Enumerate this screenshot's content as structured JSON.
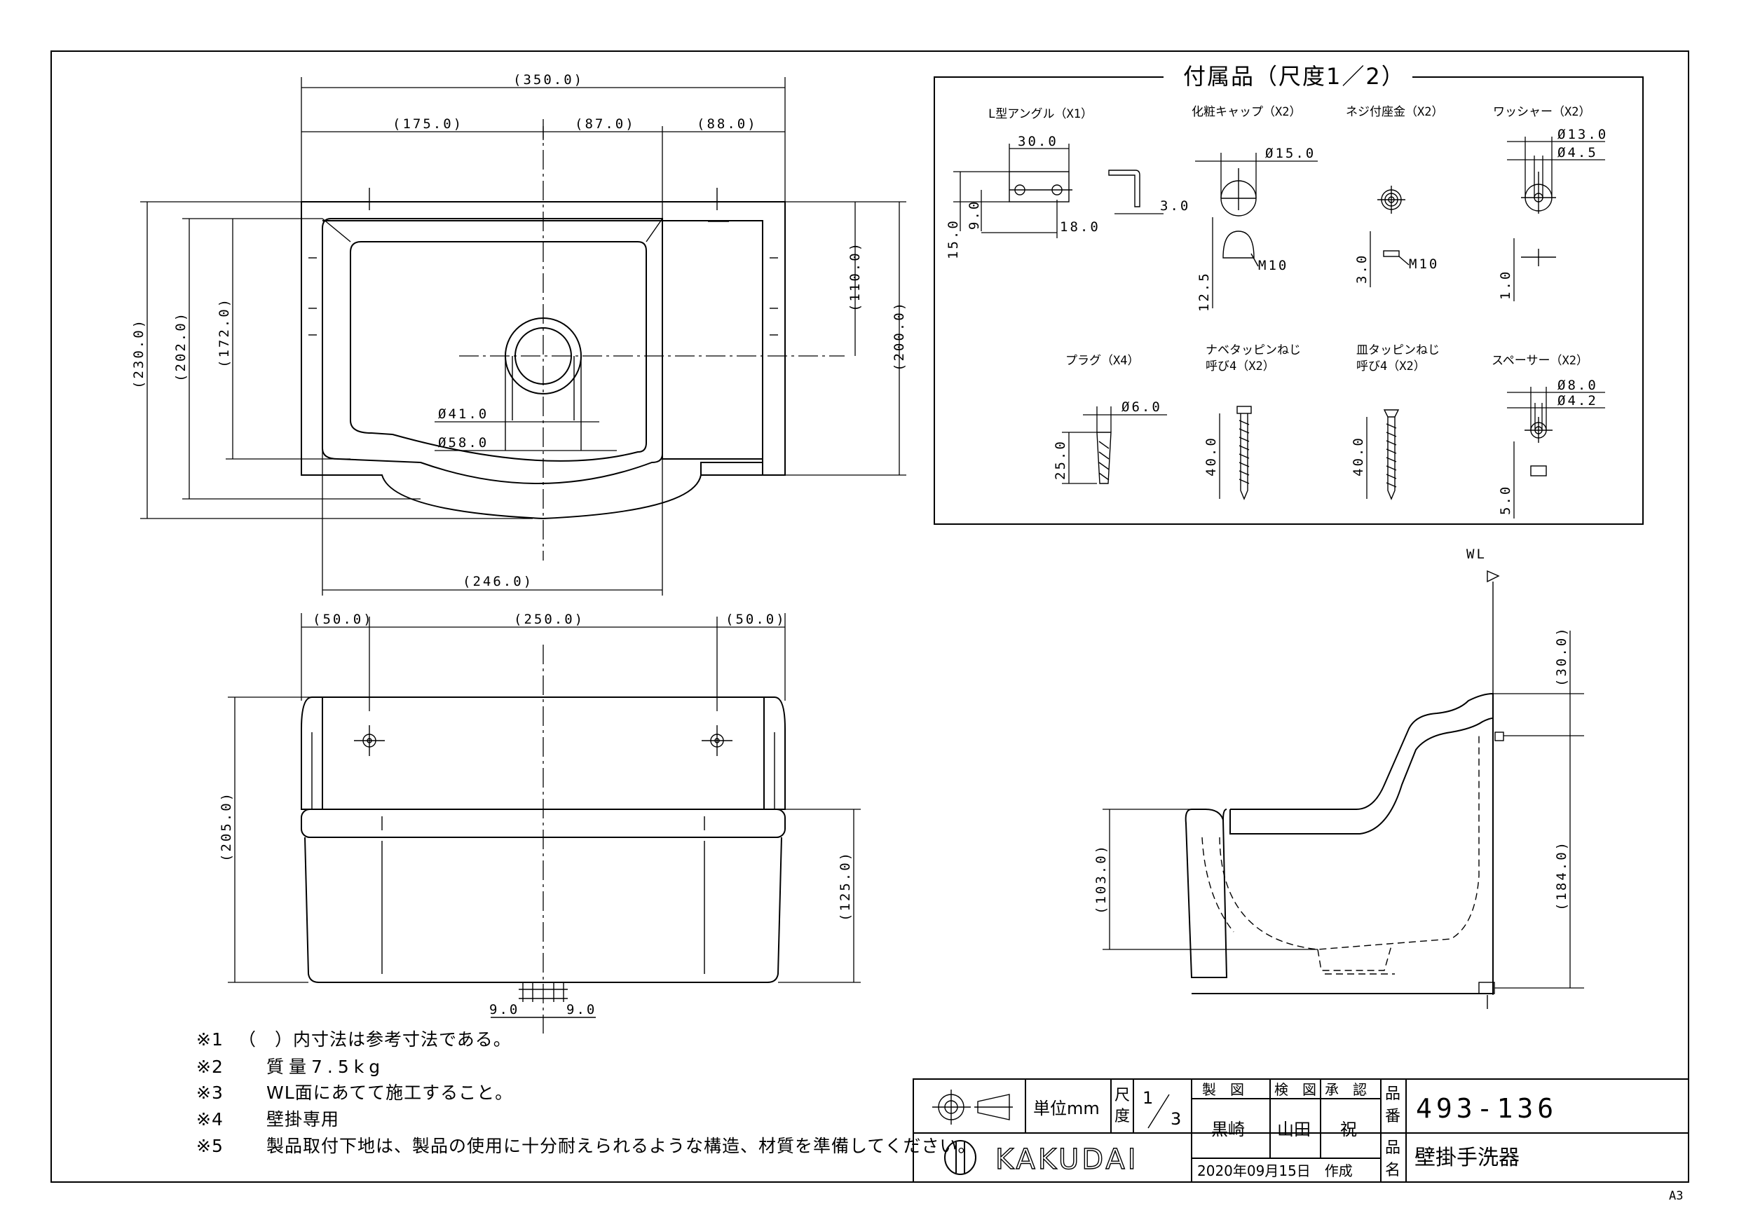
{
  "top_view": {
    "dims": {
      "overall_width": "(350.0)",
      "left_to_center": "(175.0)",
      "center_to_hole": "(87.0)",
      "hole_to_right": "(88.0)",
      "overall_depth": "(230.0)",
      "inner_depth": "(202.0)",
      "bowl_depth": "(172.0)",
      "drain_offset": "(110.0)",
      "right_depth": "(200.0)",
      "drain_inner_dia": "Ø41.0",
      "drain_outer_dia": "Ø58.0",
      "bottom_width": "(246.0)"
    }
  },
  "front_view": {
    "dims": {
      "left_margin": "(50.0)",
      "hole_spacing": "(250.0)",
      "right_margin": "(50.0)",
      "overall_height": "(205.0)",
      "body_height": "(125.0)",
      "drain_left": "9.0",
      "drain_right": "9.0"
    }
  },
  "side_view": {
    "wl_label": "WL",
    "dims": {
      "above_wl": "(30.0)",
      "wl_to_bottom": "(184.0)",
      "rim_height": "(103.0)"
    }
  },
  "accessories": {
    "title": "付属品（尺度1／2）",
    "items": [
      {
        "label": "L型アングル（X1）",
        "dims": [
          "30.0",
          "15.0",
          "9.0",
          "18.0",
          "3.0"
        ]
      },
      {
        "label": "化粧キャップ（X2）",
        "dims": [
          "Ø15.0",
          "12.5",
          "M10"
        ]
      },
      {
        "label": "ネジ付座金（X2）",
        "dims": [
          "3.0",
          "M10"
        ]
      },
      {
        "label": "ワッシャー（X2）",
        "dims": [
          "Ø13.0",
          "Ø4.5",
          "1.0"
        ]
      },
      {
        "label": "プラグ（X4）",
        "dims": [
          "Ø6.0",
          "25.0"
        ]
      },
      {
        "label": "ナベタッピンねじ",
        "label2": "呼び4（X2）",
        "dims": [
          "40.0"
        ]
      },
      {
        "label": "皿タッピンねじ",
        "label2": "呼び4（X2）",
        "dims": [
          "40.0"
        ]
      },
      {
        "label": "スペーサー（X2）",
        "dims": [
          "Ø8.0",
          "Ø4.2",
          "5.0"
        ]
      }
    ]
  },
  "notes": [
    {
      "mark": "※1",
      "text": "（　）内寸法は参考寸法である。"
    },
    {
      "mark": "※2",
      "text": "質量7.5kg"
    },
    {
      "mark": "※3",
      "text": "WL面にあてて施工すること。"
    },
    {
      "mark": "※4",
      "text": "壁掛専用"
    },
    {
      "mark": "※5",
      "text": "製品取付下地は、製品の使用に十分耐えられるような構造、材質を準備してください。"
    }
  ],
  "title_block": {
    "unit_label": "単位mm",
    "scale_label_1": "尺",
    "scale_label_2": "度",
    "scale_num": "1",
    "scale_den": "3",
    "made_by_label": "製　図",
    "checked_label": "検　図",
    "approved_label": "承　認",
    "made_by": "黒崎",
    "checked": "山田",
    "approved": "祝",
    "part_no_label_1": "品",
    "part_no_label_2": "番",
    "part_name_label_1": "品",
    "part_name_label_2": "名",
    "part_no": "493-136",
    "part_name": "壁掛手洗器",
    "company": "KAKUDAI",
    "date": "2020年09月15日　作成",
    "sheet_size": "A3"
  }
}
